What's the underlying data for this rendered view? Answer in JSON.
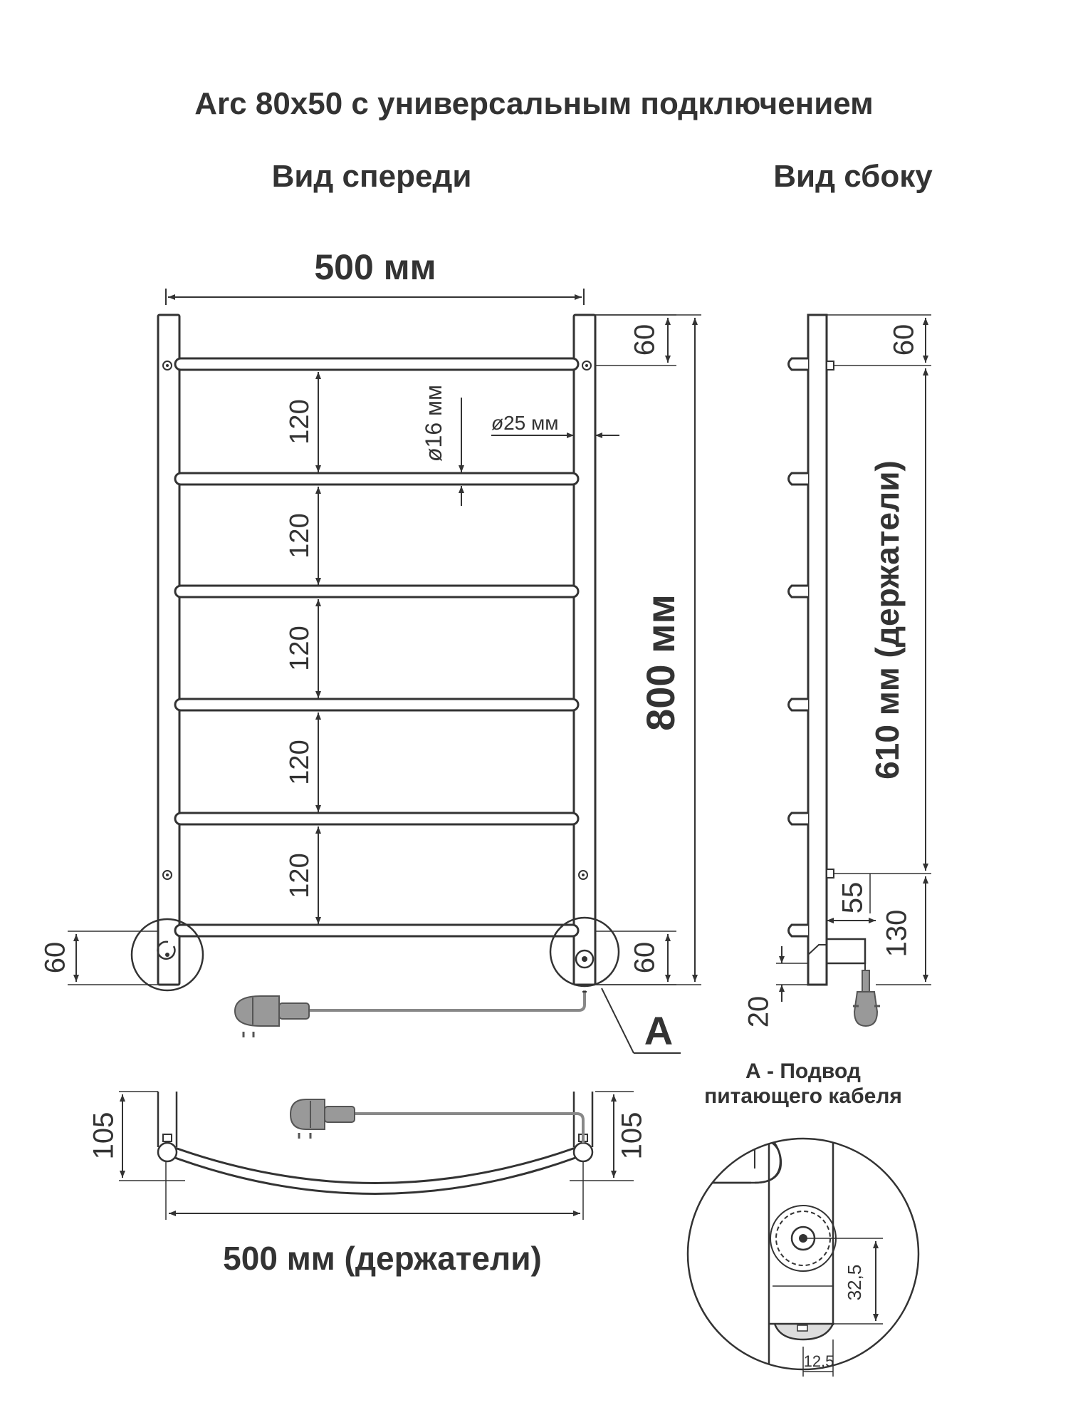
{
  "title": "Arc 80x50 с универсальным подключением",
  "views": {
    "front": "Вид спереди",
    "side": "Вид сбоку"
  },
  "dimensions": {
    "width_top": "500 мм",
    "height_total": "800 мм",
    "top_offset_front": "60",
    "top_offset_side": "60",
    "bottom_left": "60",
    "bottom_right": "60",
    "rung_spacing": [
      "120",
      "120",
      "120",
      "120",
      "120"
    ],
    "rung_diameter": "16 мм",
    "pipe_diameter": "25 мм",
    "holders_vertical": "610 мм (держатели)",
    "side_55": "55",
    "side_130": "130",
    "side_20": "20",
    "depth_left": "105",
    "depth_right": "105",
    "holders_horizontal": "500 мм (держатели)",
    "detail_32_5": "32,5",
    "detail_12_5": "12,5"
  },
  "callout": {
    "letter": "A",
    "detail_title_line1": "А - Подвод",
    "detail_title_line2": "питающего кабеля"
  },
  "colors": {
    "line": "#333333",
    "cable": "#888888",
    "background": "#ffffff"
  }
}
